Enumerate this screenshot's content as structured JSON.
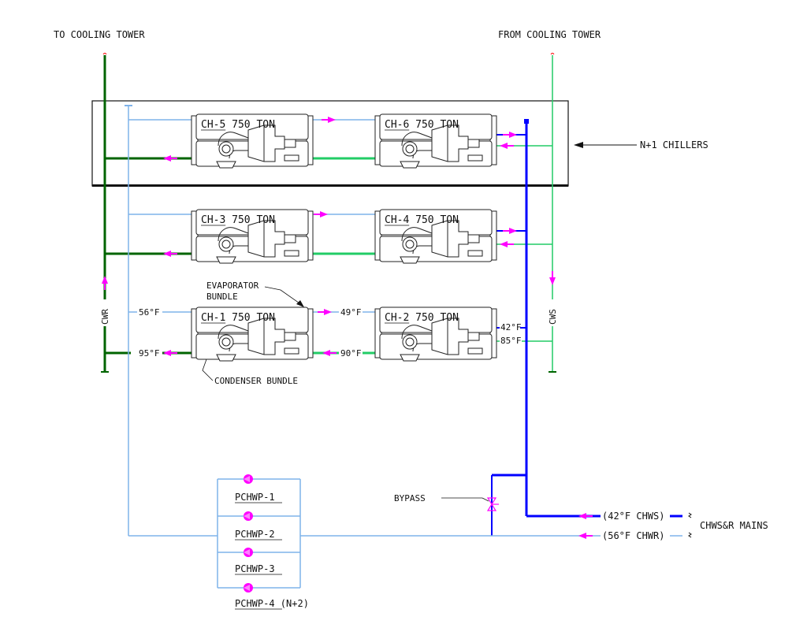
{
  "colors": {
    "chilled_water_light": "#7fb3ea",
    "chilled_water_dark": "#0000ff",
    "cw_return": "#006400",
    "cw_supply": "#22cc66",
    "flow_arrow": "#ff00ff",
    "outline": "#222222"
  },
  "header": {
    "to_cooling_tower": "TO COOLING TOWER",
    "from_cooling_tower": "FROM COOLING TOWER"
  },
  "labels": {
    "n1_chillers": "N+1 CHILLERS",
    "cwr": "CWR",
    "cws": "CWS",
    "evaporator_bundle_line1": "EVAPORATOR",
    "evaporator_bundle_line2": "BUNDLE",
    "condenser_bundle": "CONDENSER BUNDLE",
    "bypass": "BYPASS",
    "chws": "(42°F CHWS)",
    "chwr": "(56°F CHWR)",
    "chwsr_mains": "CHWS&R MAINS"
  },
  "temperatures": {
    "evap_in": "56°F",
    "evap_mid": "49°F",
    "evap_out": "42°F",
    "cond_out": "95°F",
    "cond_mid": "90°F",
    "cond_in": "85°F"
  },
  "chillers": [
    {
      "id": "CH-5",
      "capacity": "750 TON"
    },
    {
      "id": "CH-6",
      "capacity": "750 TON"
    },
    {
      "id": "CH-3",
      "capacity": "750 TON"
    },
    {
      "id": "CH-4",
      "capacity": "750 TON"
    },
    {
      "id": "CH-1",
      "capacity": "750 TON"
    },
    {
      "id": "CH-2",
      "capacity": "750 TON"
    }
  ],
  "pumps": [
    "PCHWP-1",
    "PCHWP-2",
    "PCHWP-3",
    "PCHWP-4 (N+2)"
  ]
}
